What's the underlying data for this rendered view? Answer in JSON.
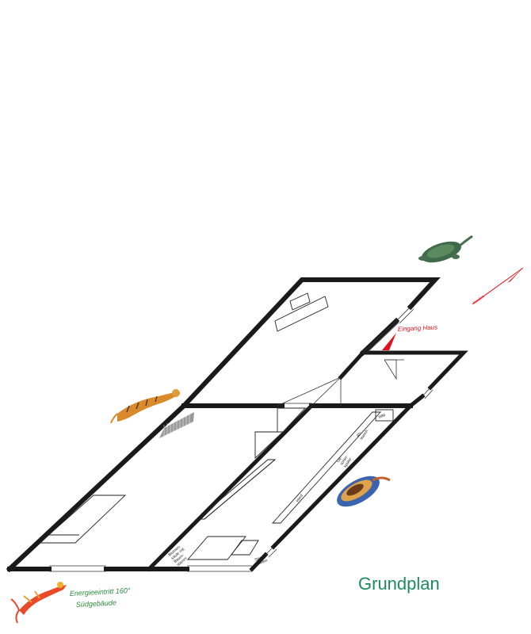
{
  "title": "Grundplan",
  "labels": {
    "entrance": "Eingang Haus",
    "north": "Norden",
    "energy_line1": "Energieeintritt 160°",
    "energy_line2": "Südgebäude",
    "wm": "WM",
    "abwasch": "Ab-\nwasch",
    "geschirr": "Ge-\nschirr-\nspüler",
    "herd": "Herd",
    "blumen": "Blumen-\nsäule mit\nBaum-\nstamm",
    "strom": "Strom-\nkasten"
  },
  "colors": {
    "wall": "#1a1a1a",
    "entrance": "#e0101e",
    "title": "#1e8a5a",
    "energy": "#2a8a3a",
    "north": "#e0101e",
    "radiator": "#9a9a9a"
  },
  "animals": {
    "turtle": "turtle-image",
    "tiger": "tiger-image",
    "snake": "snake-image",
    "dragon": "dragon-image"
  }
}
